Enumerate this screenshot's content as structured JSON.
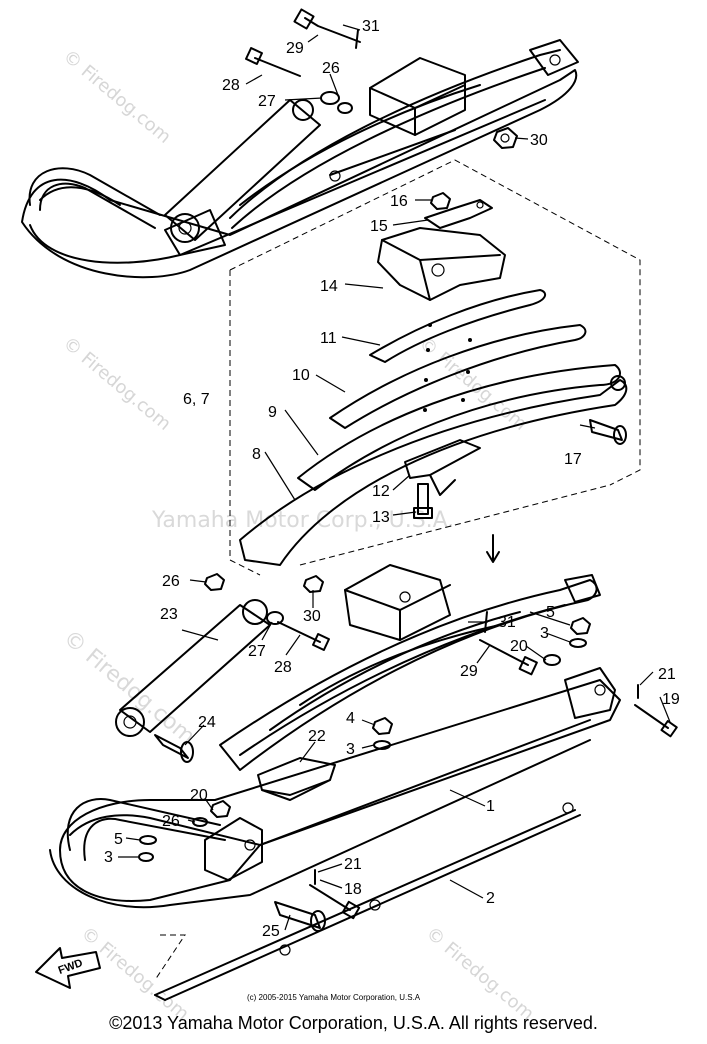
{
  "watermarks": {
    "firedog_1": "© Firedog.com",
    "firedog_2": "© Firedog.com",
    "firedog_3": "© Firedog.com",
    "firedog_4": "© Firedog.com",
    "firedog_5": "© Firedog.com",
    "firedog_6": "© Firedog.com",
    "yamaha": "Yamaha Motor Corp., U.S.A."
  },
  "fine_print": "(c) 2005-2015 Yamaha Motor Corporation, U.S.A",
  "fwd_label": "FWD",
  "footer": "©2013 Yamaha Motor Corporation, U.S.A. All rights reserved.",
  "callouts": {
    "c31_top": "31",
    "c29_top": "29",
    "c28_top": "28",
    "c26_top": "26",
    "c27_top": "27",
    "c30_top": "30",
    "c16": "16",
    "c15": "15",
    "c14": "14",
    "c11": "11",
    "c10": "10",
    "c67": "6, 7",
    "c9": "9",
    "c8": "8",
    "c17": "17",
    "c12": "12",
    "c13": "13",
    "c26_mid": "26",
    "c23": "23",
    "c30_mid": "30",
    "c31_mid": "31",
    "c5_r": "5",
    "c3_r": "3",
    "c20_r": "20",
    "c27_mid": "27",
    "c28_mid": "28",
    "c29_mid": "29",
    "c21_r": "21",
    "c19": "19",
    "c24": "24",
    "c22": "22",
    "c4": "4",
    "c3_mid": "3",
    "c1": "1",
    "c20_l": "20",
    "c26_l": "26",
    "c5_l": "5",
    "c3_l": "3",
    "c21_l": "21",
    "c18": "18",
    "c2": "2",
    "c25": "25"
  }
}
